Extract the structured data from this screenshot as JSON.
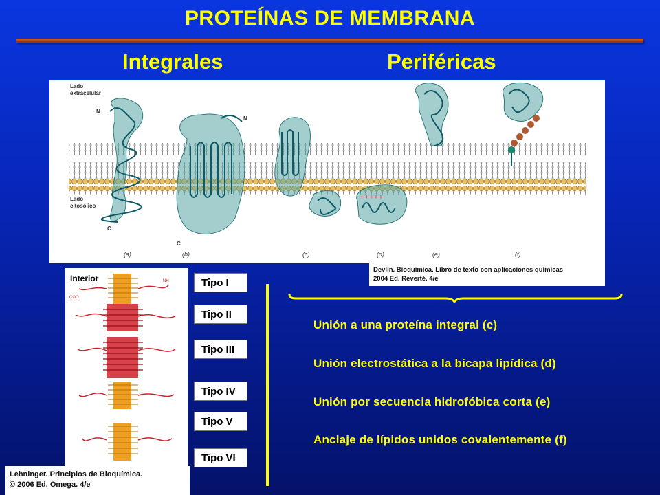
{
  "slide": {
    "title": "PROTEÍNAS DE MEMBRANA",
    "heading_left": "Integrales",
    "heading_right": "Periféricas"
  },
  "figure_top": {
    "label_extracellular_1": "Lado",
    "label_extracellular_2": "extracelular",
    "label_cytosolic_1": "Lado",
    "label_cytosolic_2": "citosólico",
    "label_n1": "N",
    "label_n2": "N",
    "label_c1": "C",
    "label_c2": "C",
    "panel_letters": [
      "(a)",
      "(b)",
      "(c)",
      "(d)",
      "(e)",
      "(f)"
    ],
    "caption_line1": "Devlin. Bioquímica. Libro de texto con aplicaciones químicas",
    "caption_line2": "2004 Ed. Reverté. 4/e"
  },
  "figure_left": {
    "interior_label": "Interior",
    "caption_line1": "Lehninger. Principios de Bioquímica.",
    "caption_line2": "© 2006 Ed. Omega. 4/e"
  },
  "types": [
    "Tipo I",
    "Tipo II",
    "Tipo III",
    "Tipo IV",
    "Tipo V",
    "Tipo VI"
  ],
  "peripheral_modes": [
    "Unión a una proteína integral (c)",
    "Unión electrostática a la bicapa lipídica (d)",
    "Unión por secuencia hidrofóbica corta (e)",
    "Anclaje de lípidos unidos covalentemente (f)"
  ],
  "colors": {
    "background": "#0726b8",
    "title_text": "#ffff00",
    "rule": "#c85a20",
    "protein": "#5aa6a6",
    "lipid_head": "#e8c060",
    "helix_red": "#d0202a",
    "helix_orange": "#f0a020"
  }
}
